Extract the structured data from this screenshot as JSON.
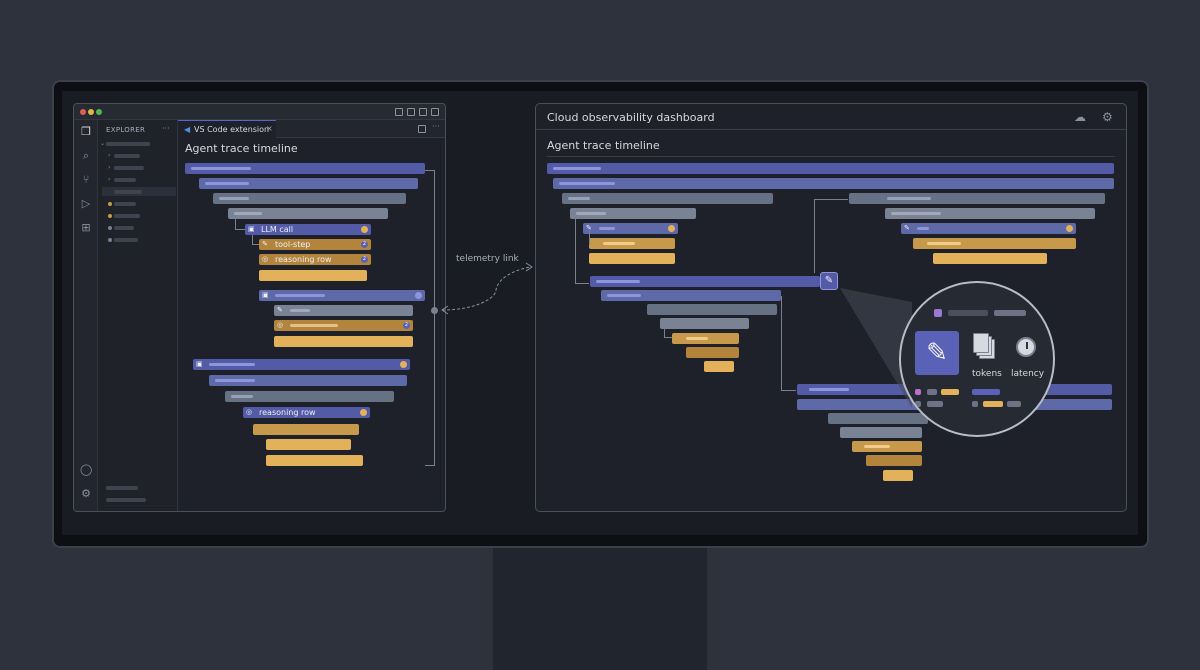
{
  "vscode": {
    "explorer_title": "EXPLORER",
    "explorer_more": "···",
    "tab_label": "VS Code extension",
    "tab_close": "×",
    "panel_title": "Agent trace timeline",
    "rows": {
      "llm_call": "LLM call",
      "tool_step": "tool-step",
      "reasoning_row_1": "reasoning row",
      "reasoning_row_2": "reasoning row"
    },
    "badge_values": [
      "2",
      "2",
      "2"
    ]
  },
  "telemetry_link": "telemetry link",
  "cloud": {
    "title": "Cloud observability dashboard",
    "panel_title": "Agent trace timeline",
    "magnifier": {
      "tokens_label": "tokens",
      "latency_label": "latency"
    }
  },
  "colors": {
    "span_indigo": "#545ba6",
    "span_slate": "#667184",
    "span_gold": "#e3b15a",
    "accent_orange": "#e3b15a"
  }
}
